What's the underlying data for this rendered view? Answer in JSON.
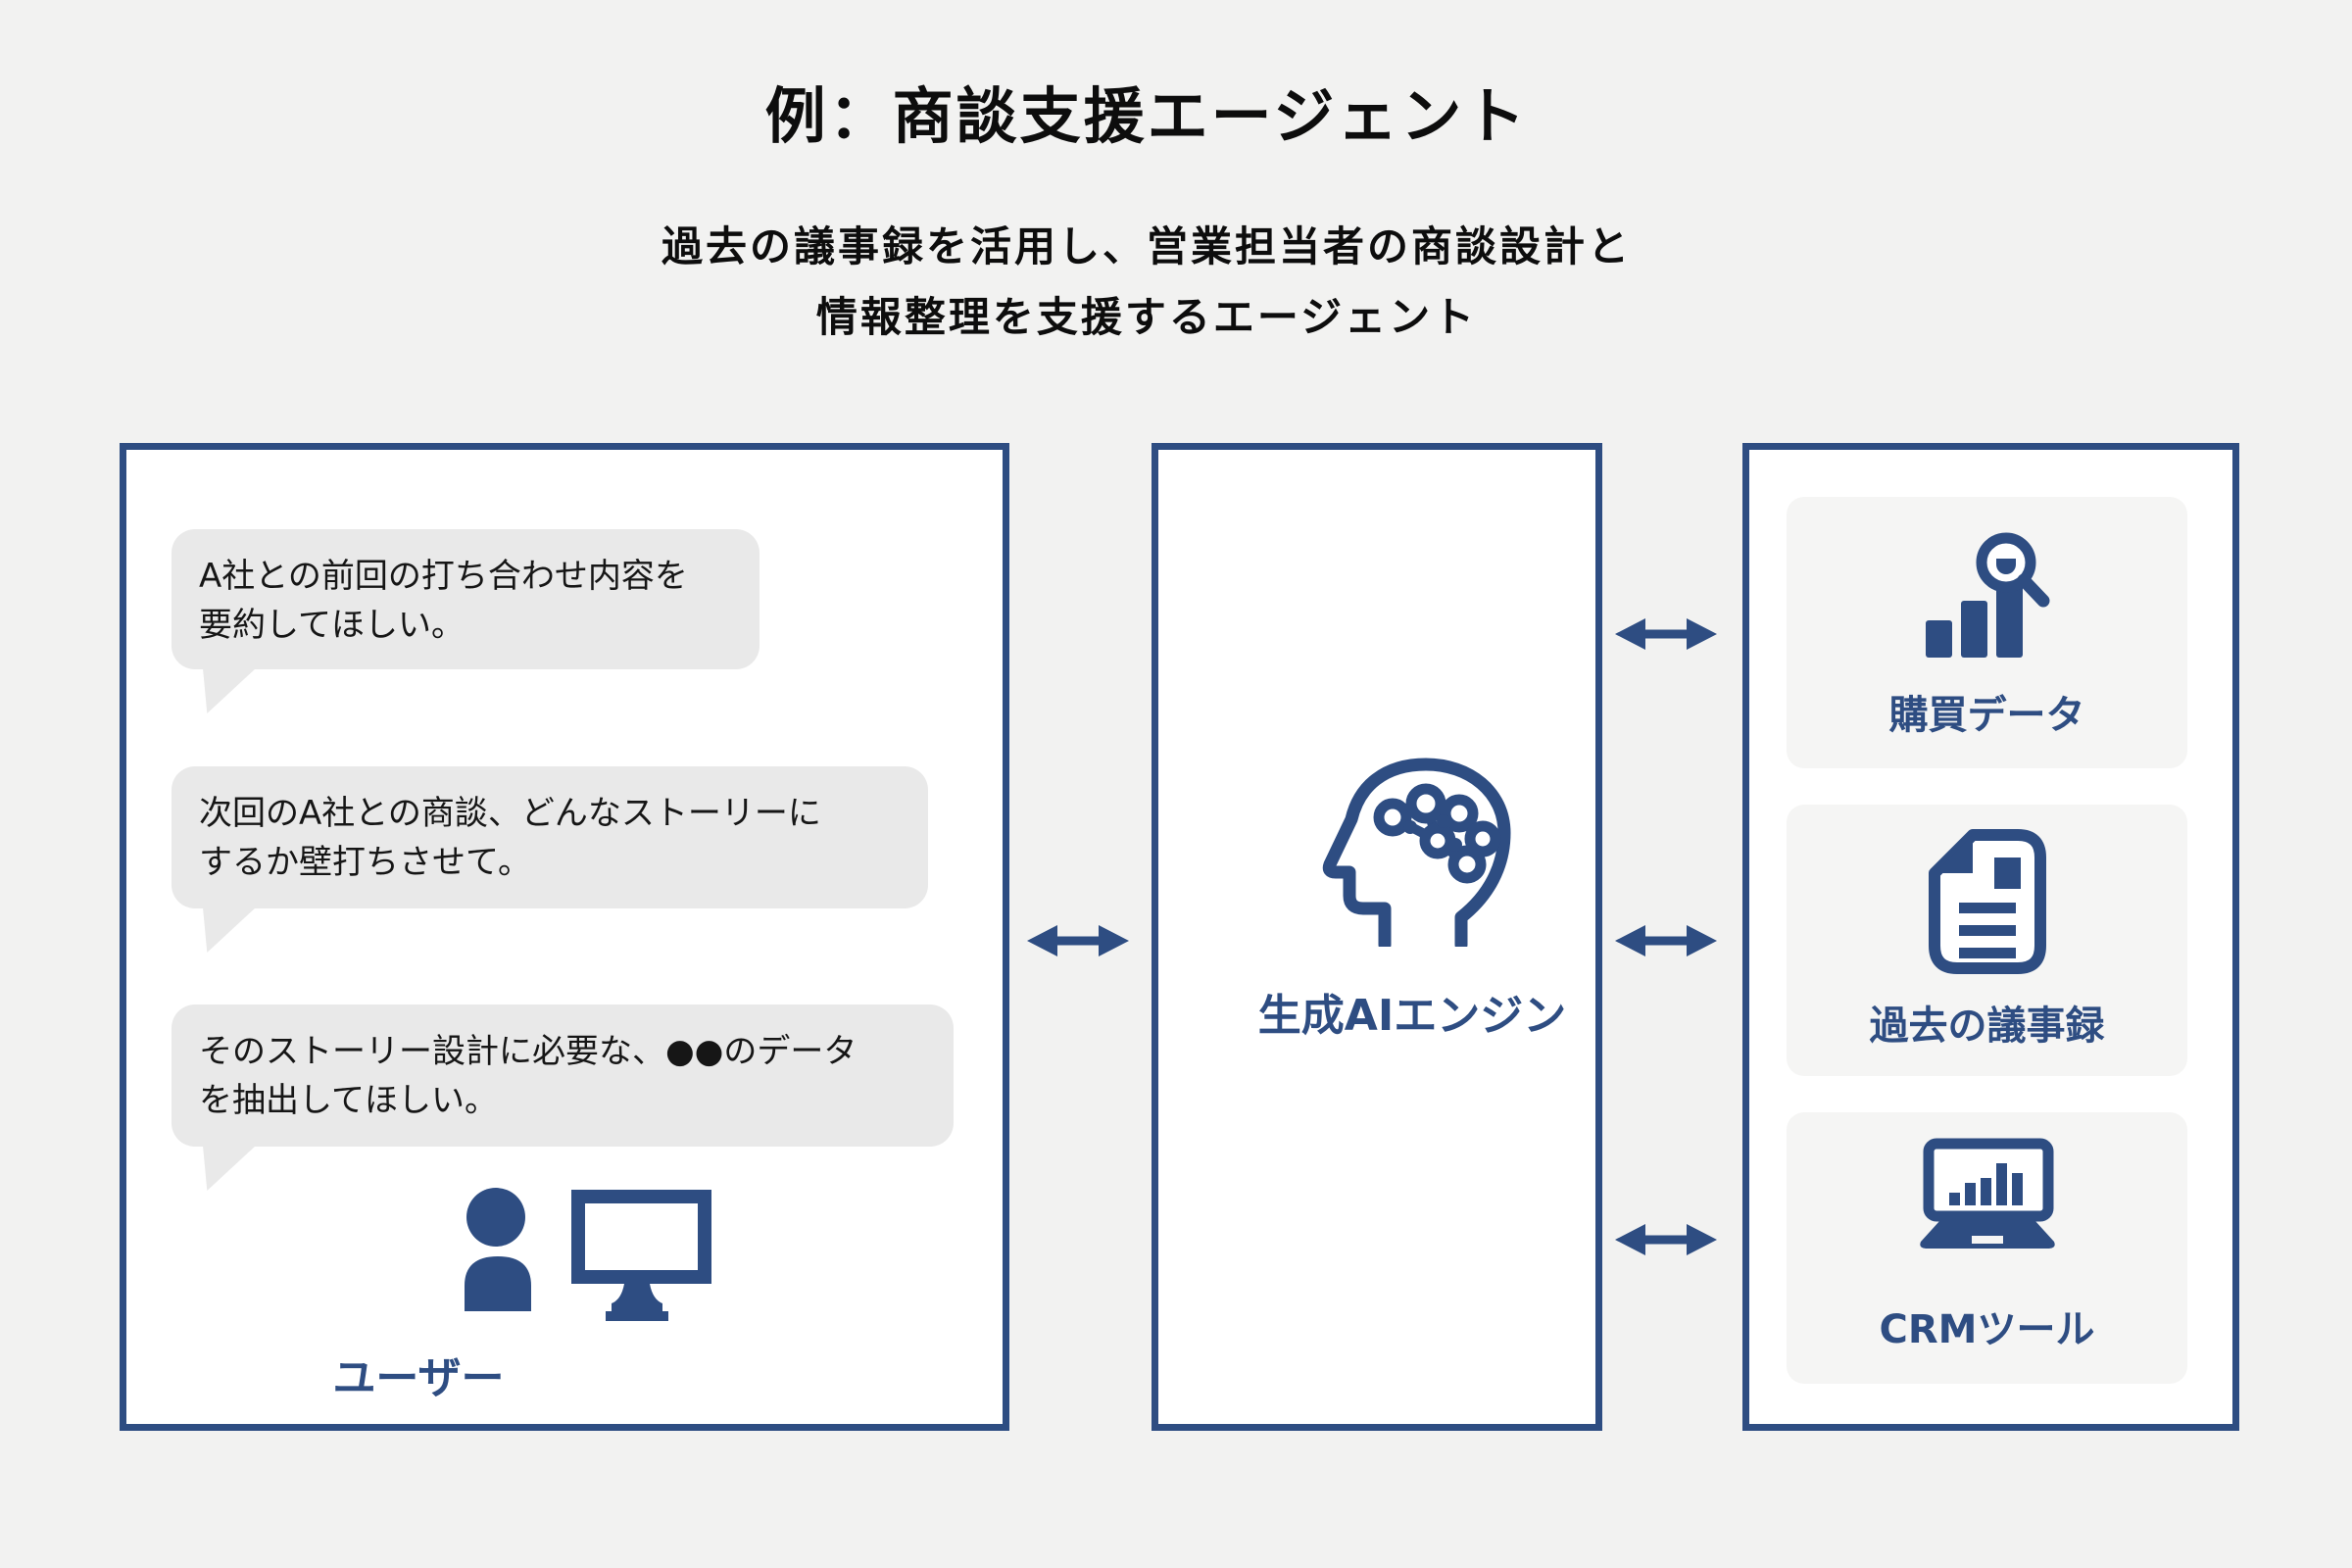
{
  "title": "例：商談支援エージェント",
  "subtitle": {
    "line1": "過去の議事録を活用し、営業担当者の商談設計と",
    "line2": "情報整理を支援するエージェント"
  },
  "colors": {
    "accent_blue": "#2e4d82",
    "page_bg": "#f2f2f1",
    "panel_bg": "#ffffff",
    "bubble_bg": "#e9e9e9",
    "card_bg": "#f5f5f4",
    "text": "#111111"
  },
  "user_panel": {
    "label": "ユーザー",
    "icons": [
      "person-icon",
      "monitor-icon"
    ],
    "bubbles": [
      {
        "line1": "A社との前回の打ち合わせ内容を",
        "line2": "要約してほしい。"
      },
      {
        "line1": "次回のA社との商談、どんなストーリーに",
        "line2": "するか壁打ちさせて。"
      },
      {
        "line1": "そのストーリー設計に必要な、●●のデータ",
        "line2": "を抽出してほしい。"
      }
    ]
  },
  "ai_panel": {
    "label": "生成AIエンジン",
    "icon": "ai-head-brain-icon"
  },
  "data_panel": {
    "cards": [
      {
        "label": "購買データ",
        "icon": "bar-chart-magnifier-icon"
      },
      {
        "label": "過去の議事録",
        "icon": "document-icon"
      },
      {
        "label": "CRMツール",
        "icon": "laptop-chart-icon"
      }
    ]
  }
}
